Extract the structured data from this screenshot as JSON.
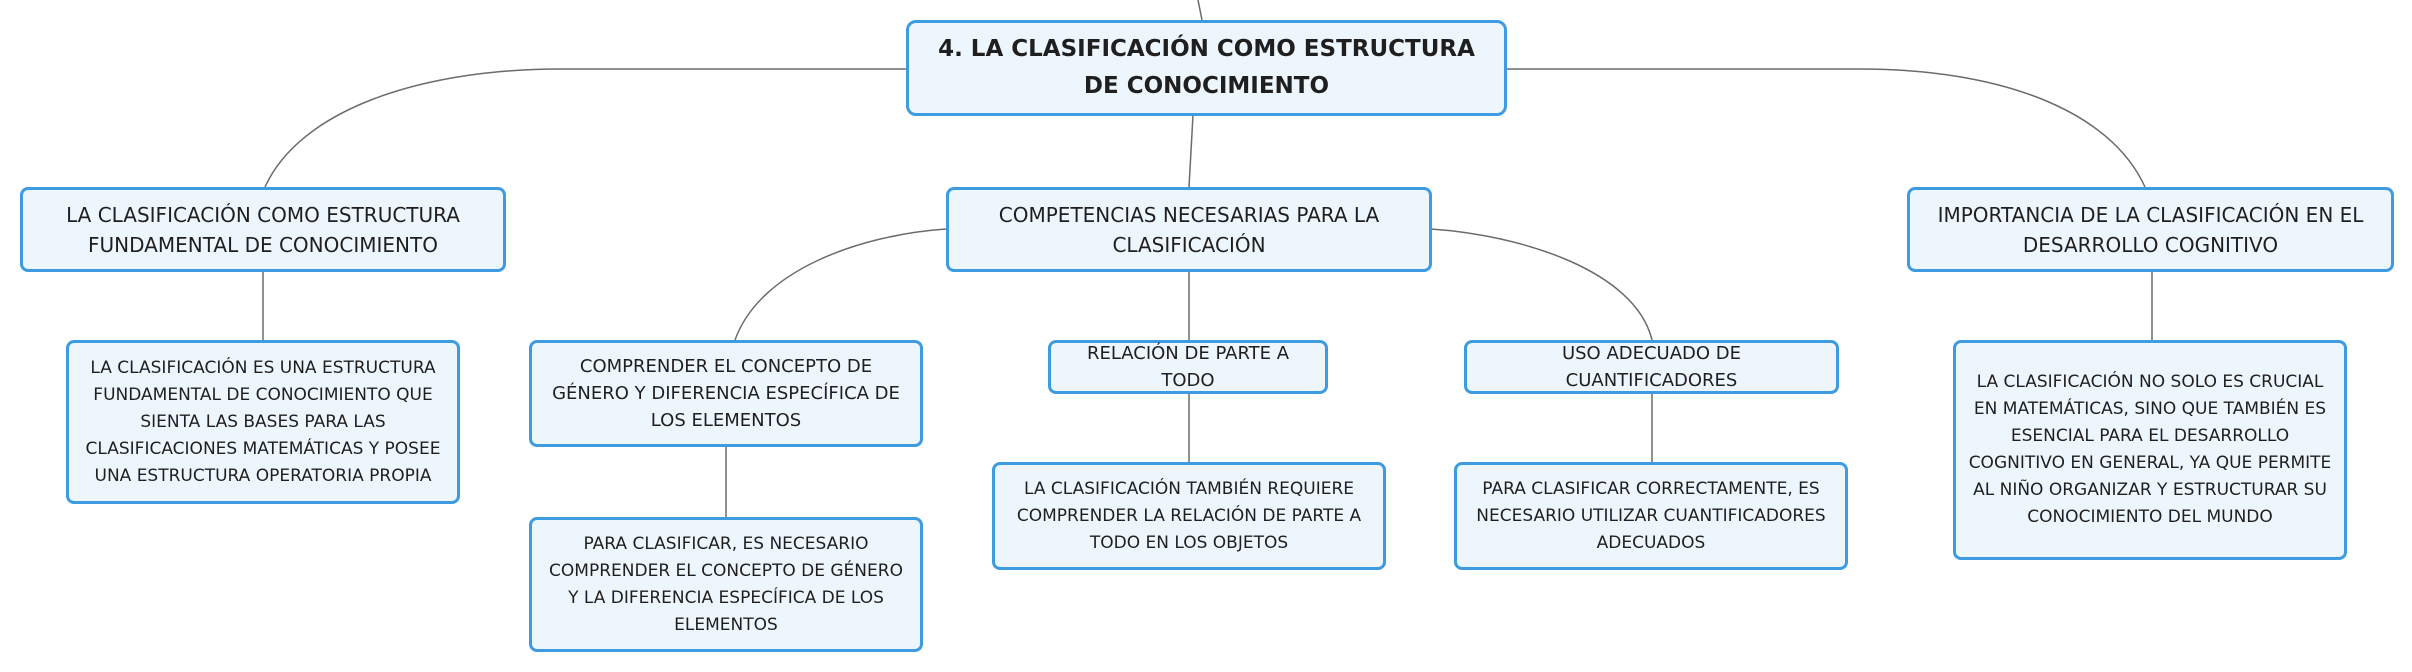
{
  "map": {
    "root": {
      "label": "4. LA CLASIFICACIÓN COMO ESTRUCTURA DE CONOCIMIENTO"
    },
    "branches": [
      {
        "label": "LA CLASIFICACIÓN COMO ESTRUCTURA FUNDAMENTAL DE CONOCIMIENTO",
        "children": [
          {
            "label": "LA CLASIFICACIÓN ES UNA ESTRUCTURA FUNDAMENTAL DE CONOCIMIENTO QUE SIENTA LAS BASES PARA LAS CLASIFICACIONES MATEMÁTICAS Y POSEE UNA ESTRUCTURA OPERATORIA PROPIA"
          }
        ]
      },
      {
        "label": "COMPETENCIAS NECESARIAS PARA LA CLASIFICACIÓN",
        "children": [
          {
            "label": "COMPRENDER EL CONCEPTO DE GÉNERO Y DIFERENCIA ESPECÍFICA DE LOS ELEMENTOS",
            "children": [
              {
                "label": "PARA CLASIFICAR, ES NECESARIO COMPRENDER EL CONCEPTO DE GÉNERO Y LA DIFERENCIA ESPECÍFICA DE LOS ELEMENTOS"
              }
            ]
          },
          {
            "label": "RELACIÓN DE PARTE A TODO",
            "children": [
              {
                "label": "LA CLASIFICACIÓN TAMBIÉN REQUIERE COMPRENDER LA RELACIÓN DE PARTE A TODO EN LOS OBJETOS"
              }
            ]
          },
          {
            "label": "USO ADECUADO DE CUANTIFICADORES",
            "children": [
              {
                "label": "PARA CLASIFICAR CORRECTAMENTE, ES NECESARIO UTILIZAR CUANTIFICADORES ADECUADOS"
              }
            ]
          }
        ]
      },
      {
        "label": "IMPORTANCIA DE LA CLASIFICACIÓN EN EL DESARROLLO COGNITIVO",
        "children": [
          {
            "label": "LA CLASIFICACIÓN NO SOLO ES CRUCIAL EN MATEMÁTICAS, SINO QUE TAMBIÉN ES ESENCIAL PARA EL DESARROLLO COGNITIVO EN GENERAL, YA QUE PERMITE AL NIÑO ORGANIZAR Y ESTRUCTURAR SU CONOCIMIENTO DEL MUNDO"
          }
        ]
      }
    ]
  }
}
